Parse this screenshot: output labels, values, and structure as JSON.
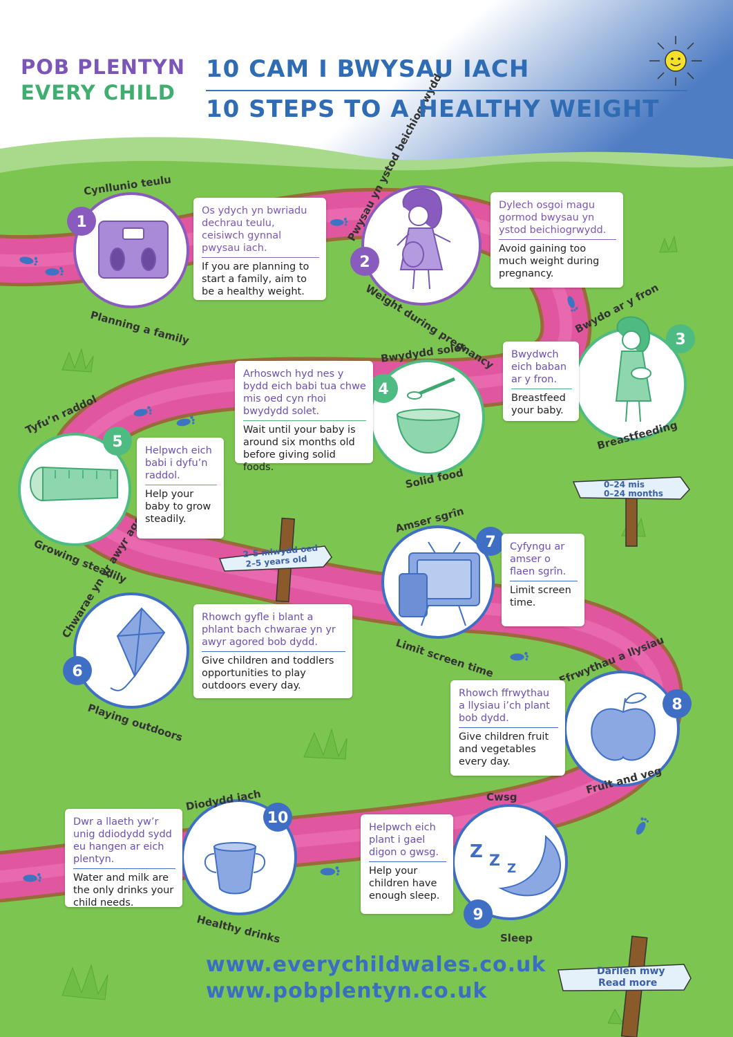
{
  "logo": {
    "line1": "POB PLENTYN",
    "line2": "EVERY CHILD"
  },
  "title": {
    "welsh": "10 CAM I BWYSAU IACH",
    "english": "10 STEPS TO A HEALTHY WEIGHT"
  },
  "colors": {
    "path": "#e0579f",
    "grass": "#7bc74f",
    "purple": "#8a5bbf",
    "green": "#4dbb82",
    "blue": "#3f6fc4"
  },
  "steps": [
    {
      "number": "1",
      "welsh_label": "Cynllunio teulu",
      "english_label": "Planning a family",
      "welsh": "Os ydych yn bwriadu dechrau teulu, ceisiwch gynnal pwysau iach.",
      "english": "If you are planning to start a family, aim to be a healthy weight.",
      "icon": "scales-icon"
    },
    {
      "number": "2",
      "welsh_label": "Pwysau yn ystod beichiogrwydd",
      "english_label": "Weight during pregnancy",
      "welsh": "Dylech osgoi magu gormod bwysau yn ystod beichiogrwydd.",
      "english": "Avoid gaining too much weight during pregnancy.",
      "icon": "pregnant-woman-icon"
    },
    {
      "number": "3",
      "welsh_label": "Bwydo ar y fron",
      "english_label": "Breastfeeding",
      "welsh": "Bwydwch eich baban ar y fron.",
      "english": "Breastfeed your baby.",
      "icon": "breastfeeding-mother-icon"
    },
    {
      "number": "4",
      "welsh_label": "Bwydydd solet",
      "english_label": "Solid food",
      "welsh": "Arhoswch hyd nes y bydd eich babi tua chwe mis oed cyn rhoi bwydydd solet.",
      "english": "Wait until your baby is around six months old before giving solid foods.",
      "icon": "bowl-spoon-icon"
    },
    {
      "number": "5",
      "welsh_label": "Tyfu’n raddol",
      "english_label": "Growing steadily",
      "welsh": "Helpwch eich babi i dyfu’n raddol.",
      "english": "Help your baby to grow steadily.",
      "icon": "tape-measure-icon"
    },
    {
      "number": "6",
      "welsh_label": "Chwarae yn yr awyr agored",
      "english_label": "Playing outdoors",
      "welsh": "Rhowch gyfle i blant a phlant bach chwarae yn yr awyr agored bob dydd.",
      "english": "Give children and toddlers opportunities to play outdoors every day.",
      "icon": "kite-icon"
    },
    {
      "number": "7",
      "welsh_label": "Amser sgrîn",
      "english_label": "Limit screen time",
      "welsh": "Cyfyngu ar amser o flaen sgrîn.",
      "english": "Limit screen time.",
      "icon": "tv-tablet-icon"
    },
    {
      "number": "8",
      "welsh_label": "Ffrwythau a llysiau",
      "english_label": "Fruit and veg",
      "welsh": "Rhowch ffrwythau a llysiau i’ch plant bob dydd.",
      "english": "Give children fruit and vegetables every day.",
      "icon": "apple-icon"
    },
    {
      "number": "9",
      "welsh_label": "Cwsg",
      "english_label": "Sleep",
      "welsh": "Helpwch eich plant i gael digon o gwsg.",
      "english": "Help your children have enough sleep.",
      "icon": "moon-sleep-icon"
    },
    {
      "number": "10",
      "welsh_label": "Diodydd iach",
      "english_label": "Healthy drinks",
      "welsh": "Dwr a llaeth yw’r unig ddiodydd sydd eu hangen ar eich plentyn.",
      "english": "Water and milk are the only drinks your child needs.",
      "icon": "sippy-cup-icon"
    }
  ],
  "signposts": {
    "age1_welsh": "0–24 mis",
    "age1_english": "0–24 months",
    "age2_welsh": "2–5 mlwydd oed",
    "age2_english": "2–5 years old",
    "read_welsh": "Darllen mwy",
    "read_english": "Read more"
  },
  "urls": {
    "url1": "www.everychildwales.co.uk",
    "url2": "www.pobplentyn.co.uk"
  }
}
